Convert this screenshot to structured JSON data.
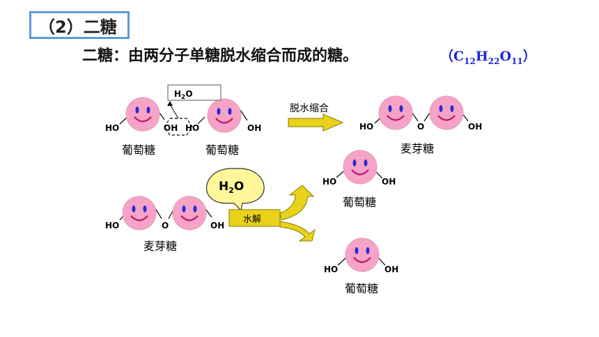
{
  "title": {
    "text": "（2）二糖"
  },
  "headline": "二糖：由两分子单糖脱水缩合而成的糖。",
  "formula": {
    "paren_open": "（",
    "c": "C",
    "c_n": "12",
    "h": "H",
    "h_n": "22",
    "o": "O",
    "o_n": "11",
    "paren_close": "）"
  },
  "labels": {
    "ho": "HO",
    "oh": "OH",
    "o": "O",
    "glucose": "葡萄糖",
    "maltose": "麦芽糖",
    "dehydration": "脱水缩合",
    "hydrolysis": "水解",
    "water": "H",
    "water_sub": "2",
    "water_o": "O"
  },
  "colors": {
    "face": "#f5a3c7",
    "face_stroke": "#e07aa8",
    "eye": "#2a2ad4",
    "smile": "#c0106a",
    "arrow": "#e8d21a",
    "arrow_stroke": "#8a7a00",
    "bubble": "#fff799",
    "title_border": "#5b9bd5",
    "formula": "#1f24d9"
  }
}
